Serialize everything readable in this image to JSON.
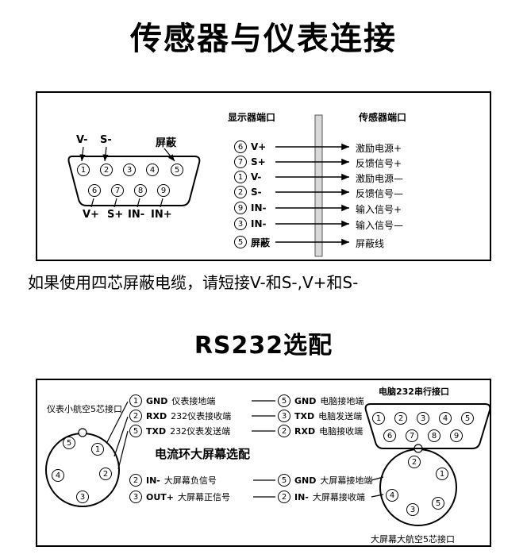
{
  "title": "传感器与仪表连接",
  "note": "如果使用四芯屏蔽电缆，请短接V-和S-,V+和S-",
  "section2_title": "RS232选配",
  "d1": {
    "display_header": "显示器端口",
    "sensor_header": "传感器端口",
    "top_labels": [
      "V-",
      "S-",
      "屏蔽"
    ],
    "bottom_labels": [
      "V+",
      "S+",
      "IN-",
      "IN+"
    ],
    "db9_top": [
      "1",
      "2",
      "3",
      "4",
      "5"
    ],
    "db9_bottom": [
      "6",
      "7",
      "8",
      "9"
    ],
    "rows": [
      {
        "pin": "6",
        "name": "V+",
        "target": "激励电源+"
      },
      {
        "pin": "7",
        "name": "S+",
        "target": "反馈信号+"
      },
      {
        "pin": "1",
        "name": "V-",
        "target": "激励电源—"
      },
      {
        "pin": "2",
        "name": "S-",
        "target": "反馈信号—"
      },
      {
        "pin": "9",
        "name": "IN-",
        "target": "输入信号+"
      },
      {
        "pin": "3",
        "name": "IN-",
        "target": "输入信号—"
      },
      {
        "pin": "5",
        "name": "屏蔽",
        "target": "屏蔽线"
      }
    ]
  },
  "d2": {
    "left_connector_label": "仪表小航空5芯接口",
    "computer_port_label": "电脑232串行接口",
    "bigscreen_connector_label": "大屏幕大航空5芯接口",
    "loop_title": "电流环大屏幕选配",
    "rs232_rows": [
      {
        "lpin": "1",
        "lsig": "GND",
        "ldesc": "仪表接地端",
        "rpin": "5",
        "rsig": "GND",
        "rdesc": "电脑接地端"
      },
      {
        "lpin": "2",
        "lsig": "RXD",
        "ldesc": "232仪表接收端",
        "rpin": "3",
        "rsig": "TXD",
        "rdesc": "电脑发送端"
      },
      {
        "lpin": "5",
        "lsig": "TXD",
        "ldesc": "232仪表发送端",
        "rpin": "2",
        "rsig": "RXD",
        "rdesc": "电脑接收端"
      }
    ],
    "loop_rows": [
      {
        "lpin": "2",
        "lsig": "IN-",
        "ldesc": "大屏幕负信号",
        "rpin": "5",
        "rsig": "GND",
        "rdesc": "大屏幕接地端"
      },
      {
        "lpin": "3",
        "lsig": "OUT+",
        "ldesc": "大屏幕正信号",
        "rpin": "2",
        "rsig": "IN-",
        "rdesc": "大屏幕接收端"
      }
    ],
    "left_circle_pins": [
      "5",
      "1",
      "2",
      "3",
      "4"
    ],
    "right_circle_pins": [
      "2",
      "1",
      "5",
      "3",
      "4"
    ],
    "db9_top": [
      "1",
      "2",
      "3",
      "4",
      "5"
    ],
    "db9_bottom": [
      "6",
      "7",
      "8",
      "9"
    ]
  }
}
